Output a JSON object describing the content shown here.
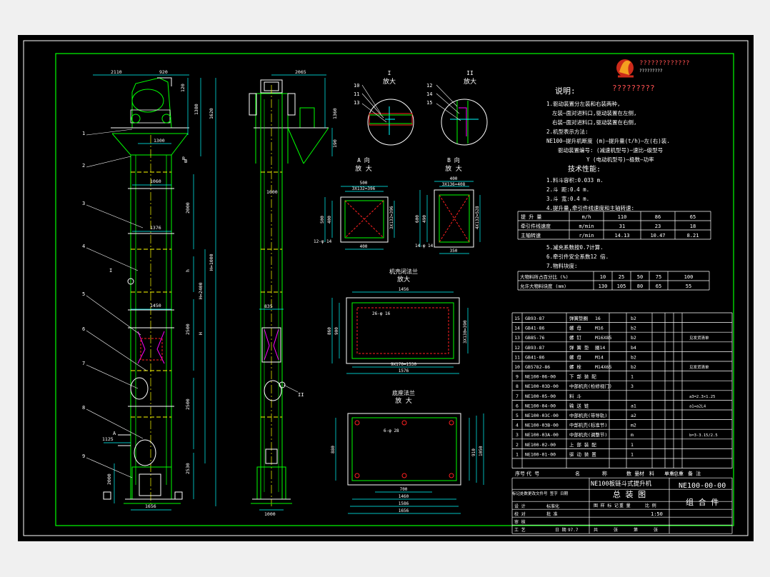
{
  "colors": {
    "background": "#000000",
    "frame": "#ffffff",
    "outline": "#00ff00",
    "dims": "#00ffff",
    "hidden": "#ff2020",
    "accent": "#ff00ff",
    "center": "#ffff00"
  },
  "logo": {
    "icon": "rooster-icon",
    "brand": "?????????????",
    "brand_sub": "?????????",
    "tag": "?????????"
  },
  "left_view": {
    "dims": [
      "2110",
      "920",
      "120",
      "1380",
      "1620",
      "1300",
      "1060",
      "1376",
      "2000",
      "1450",
      "2500",
      "2500",
      "2530",
      "2000",
      "1125",
      "1656",
      "H=1000",
      "H=2400",
      "H",
      "h",
      "B"
    ],
    "callouts": [
      "1",
      "2",
      "3",
      "4",
      "5",
      "6",
      "7",
      "8",
      "9"
    ],
    "markers": [
      "I",
      "A",
      "B"
    ]
  },
  "mid_view": {
    "dims": [
      "2065",
      "1360",
      "190",
      "1000",
      "835",
      "1000"
    ],
    "markers": [
      "II"
    ]
  },
  "detail_I": {
    "title": "I",
    "sub": "放大",
    "labels": [
      "10",
      "11",
      "13"
    ]
  },
  "detail_II": {
    "title": "II",
    "sub": "放大",
    "labels": [
      "12",
      "14",
      "15"
    ]
  },
  "detail_A": {
    "title": "A 向",
    "sub": "放 大",
    "dims": [
      "500",
      "3X132=396",
      "400",
      "500",
      "3X132=396",
      "400"
    ],
    "note": "12-φ 14"
  },
  "detail_B": {
    "title": "B 向",
    "sub": "放 大",
    "dims": [
      "400",
      "3X136=408",
      "490",
      "600",
      "4X132=528",
      "350"
    ],
    "note": "14-φ 14"
  },
  "flange_top": {
    "title": "机壳闭法兰",
    "sub": "放大",
    "dims": [
      "1456",
      "26-φ 16",
      "860",
      "900",
      "3X130=390",
      "9X170=1530",
      "1576"
    ]
  },
  "flange_bot": {
    "title": "底座法兰",
    "sub": "放 大",
    "dims": [
      "6-φ 28",
      "700",
      "1460",
      "1656",
      "1586",
      "880",
      "910",
      "1050"
    ]
  },
  "notes": {
    "title": "说明:",
    "items": [
      "1.驱动装置分左装和右装两种,",
      "左装—面对进料口,驱动装置在左侧,",
      "右装—面对进料口,驱动装置在右侧,",
      "2.机型表示方法:",
      "NE100—提升机断度 (m)—提升量(t/h)—左(右)装.",
      "驱动装置编号: (减速机型号)—速比—级型号",
      "Y (电动机型号)—极数—功率"
    ]
  },
  "specs": {
    "title": "技术性能:",
    "items": [
      "1.料斗容积:0.033 m.",
      "2.斗 距:0.4 m.",
      "3.斗 宽:0.4 m.",
      "4.提升量,牵引件线速度和主轴转速:"
    ],
    "table1": [
      [
        "提 升 量",
        "m/h",
        "110",
        "86",
        "65"
      ],
      [
        "牵引件线速度",
        "m/min",
        "31",
        "23",
        "18"
      ],
      [
        "主轴转速",
        "r/min",
        "14.13",
        "10.47",
        "8.21"
      ]
    ],
    "items2": [
      "5.减充系数按0.7计算.",
      "6.牵引件安全系数12 倍.",
      "7.物料块度:"
    ],
    "table2": [
      [
        "大物料所占百分比 (%)",
        "10",
        "25",
        "50",
        "75",
        "100"
      ],
      [
        "允许大物料块度 (mm)",
        "130",
        "105",
        "80",
        "65",
        "55"
      ]
    ]
  },
  "bom": [
    [
      "15",
      "GB93-87",
      "弹簧垫圈",
      "16",
      "b2",
      "",
      ""
    ],
    [
      "14",
      "GB41-86",
      "螺 母",
      "M16",
      "b2",
      "",
      ""
    ],
    [
      "13",
      "GB85-76",
      "螺 钉",
      "M16X85",
      "b2",
      "",
      "见发货清单"
    ],
    [
      "12",
      "GB93-87",
      "弹 簧 垫",
      "圈14",
      "b4",
      "",
      ""
    ],
    [
      "11",
      "GB41-86",
      "螺 母",
      "M14",
      "b2",
      "",
      ""
    ],
    [
      "10",
      "GB5782-86",
      "螺 栓",
      "M14X65",
      "b2",
      "",
      "见发货清单"
    ],
    [
      "9",
      "NE100-06-00",
      "下 部 装 配",
      "",
      "1",
      "",
      ""
    ],
    [
      "8",
      "NE100-03D-00",
      "中部机壳(检修视门)",
      "",
      "3",
      "",
      ""
    ],
    [
      "7",
      "NE100-05-00",
      "料 斗",
      "",
      "",
      "",
      "a3=2.3×1.25"
    ],
    [
      "6",
      "NE100-04-00",
      "输 送 链",
      "",
      "a1",
      "",
      "a1=a2L4"
    ],
    [
      "5",
      "NE100-03C-00",
      "中部机壳(带导轨)",
      "",
      "a2",
      "",
      ""
    ],
    [
      "4",
      "NE100-03B-00",
      "中部机壳(标准节)",
      "",
      "m2",
      "",
      ""
    ],
    [
      "3",
      "NE100-03A-00",
      "中部机壳(调整节)",
      "",
      "m",
      "",
      "b=3-3.15/2.5"
    ],
    [
      "2",
      "NE100-02-00",
      "上 部 装 配",
      "",
      "1",
      "",
      ""
    ],
    [
      "1",
      "NE100-01-00",
      "驱 动 装 置",
      "",
      "1",
      "",
      ""
    ]
  ],
  "bom_header": [
    "序号",
    "代 号",
    "名",
    "称",
    "数 量",
    "材",
    "料",
    "单重",
    "总重",
    "备 注"
  ],
  "title_block": {
    "machine": "NE100板链斗式提升机",
    "drawing_type": "总 装 图",
    "drawing_no": "NE100-00-00",
    "assembly": "组 合 件",
    "scale": "1:50",
    "row_labels": [
      "设 计",
      "校 对",
      "审 核",
      "工 艺"
    ],
    "row_mid": [
      "标准化",
      "批 准",
      "",
      ""
    ],
    "header_cells": [
      "图 样 标 记",
      "重 量",
      "比 例"
    ],
    "bottom_cells": [
      "共",
      "张",
      "第",
      "张"
    ],
    "date": "97.7",
    "date_label": "日 期",
    "rev_text": "标记处数更改文件号 签字 日期"
  }
}
